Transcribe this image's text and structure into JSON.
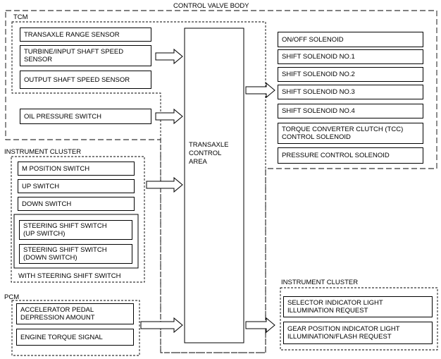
{
  "labels": {
    "control_valve_body": "CONTROL VALVE BODY",
    "tcm": "TCM",
    "instrument_cluster_left": "INSTRUMENT CLUSTER",
    "with_steering_shift_switch": "WITH STEERING SHIFT SWITCH",
    "pcm": "PCM",
    "instrument_cluster_right": "INSTRUMENT CLUSTER",
    "transaxle_control_area": "TRANSAXLE\nCONTROL\nAREA"
  },
  "tcm_inputs": [
    "TRANSAXLE RANGE SENSOR",
    "TURBINE/INPUT SHAFT SPEED\nSENSOR",
    "OUTPUT SHAFT SPEED SENSOR"
  ],
  "oil_pressure_switch": "OIL PRESSURE SWITCH",
  "cluster_inputs": [
    "M POSITION SWITCH",
    "UP SWITCH",
    "DOWN SWITCH"
  ],
  "steering_shift_switches": [
    "STEERING SHIFT SWITCH\n(UP SWITCH)",
    "STEERING SHIFT SWITCH\n(DOWN SWITCH)"
  ],
  "pcm_inputs": [
    "ACCELERATOR PEDAL\nDEPRESSION AMOUNT",
    "ENGINE TORQUE SIGNAL"
  ],
  "solenoids": [
    "ON/OFF SOLENOID",
    "SHIFT SOLENOID NO.1",
    "SHIFT SOLENOID NO.2",
    "SHIFT SOLENOID NO.3",
    "SHIFT SOLENOID NO.4",
    "TORQUE CONVERTER CLUTCH (TCC)\nCONTROL SOLENOID",
    "PRESSURE CONTROL SOLENOID"
  ],
  "cluster_outputs": [
    "SELECTOR INDICATOR LIGHT\nILLUMINATION REQUEST",
    "GEAR POSITION INDICATOR LIGHT\nILLUMINATION/FLASH REQUEST"
  ]
}
